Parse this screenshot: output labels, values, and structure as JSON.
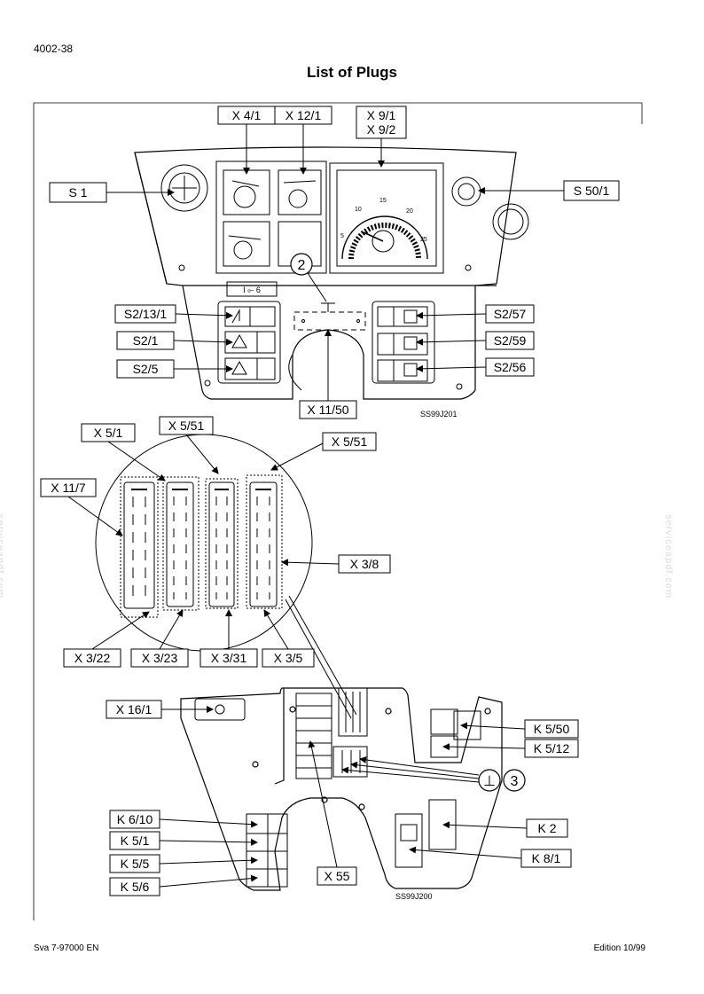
{
  "header": {
    "page_number": "4002-38",
    "title": "List of Plugs"
  },
  "footer": {
    "left": "Sva 7-97000 EN",
    "right": "Edition 10/99"
  },
  "watermark": "serviceapdf.com",
  "figure_codes": {
    "top": "SS99J201",
    "bottom": "SS99J200"
  },
  "callouts": {
    "two": "2",
    "three": "3",
    "ground_symbol": "⊥"
  },
  "dash_switch_symbols": "I ⟜ 6",
  "labels": {
    "x4_1": "X 4/1",
    "x12_1": "X 12/1",
    "x9_1": "X 9/1",
    "x9_2": "X 9/2",
    "s1": "S 1",
    "s50_1": "S 50/1",
    "s2_13_1": "S2/13/1",
    "s2_1": "S2/1",
    "s2_5": "S2/5",
    "s2_57": "S2/57",
    "s2_59": "S2/59",
    "s2_56": "S2/56",
    "x11_50": "X 11/50",
    "x5_1": "X 5/1",
    "x5_51_a": "X 5/51",
    "x5_51_b": "X 5/51",
    "x11_7": "X 11/7",
    "x3_8": "X 3/8",
    "x3_22": "X 3/22",
    "x3_23": "X 3/23",
    "x3_31": "X 3/31",
    "x3_5": "X 3/5",
    "x16_1": "X 16/1",
    "k5_50": "K 5/50",
    "k5_12": "K 5/12",
    "k6_10": "K 6/10",
    "k5_1": "K 5/1",
    "k5_5": "K 5/5",
    "k5_6": "K 5/6",
    "k2": "K 2",
    "k8_1": "K 8/1",
    "x55": "X 55"
  },
  "colors": {
    "ink": "#000000",
    "paper": "#ffffff",
    "watermark": "#dcdcdc"
  }
}
